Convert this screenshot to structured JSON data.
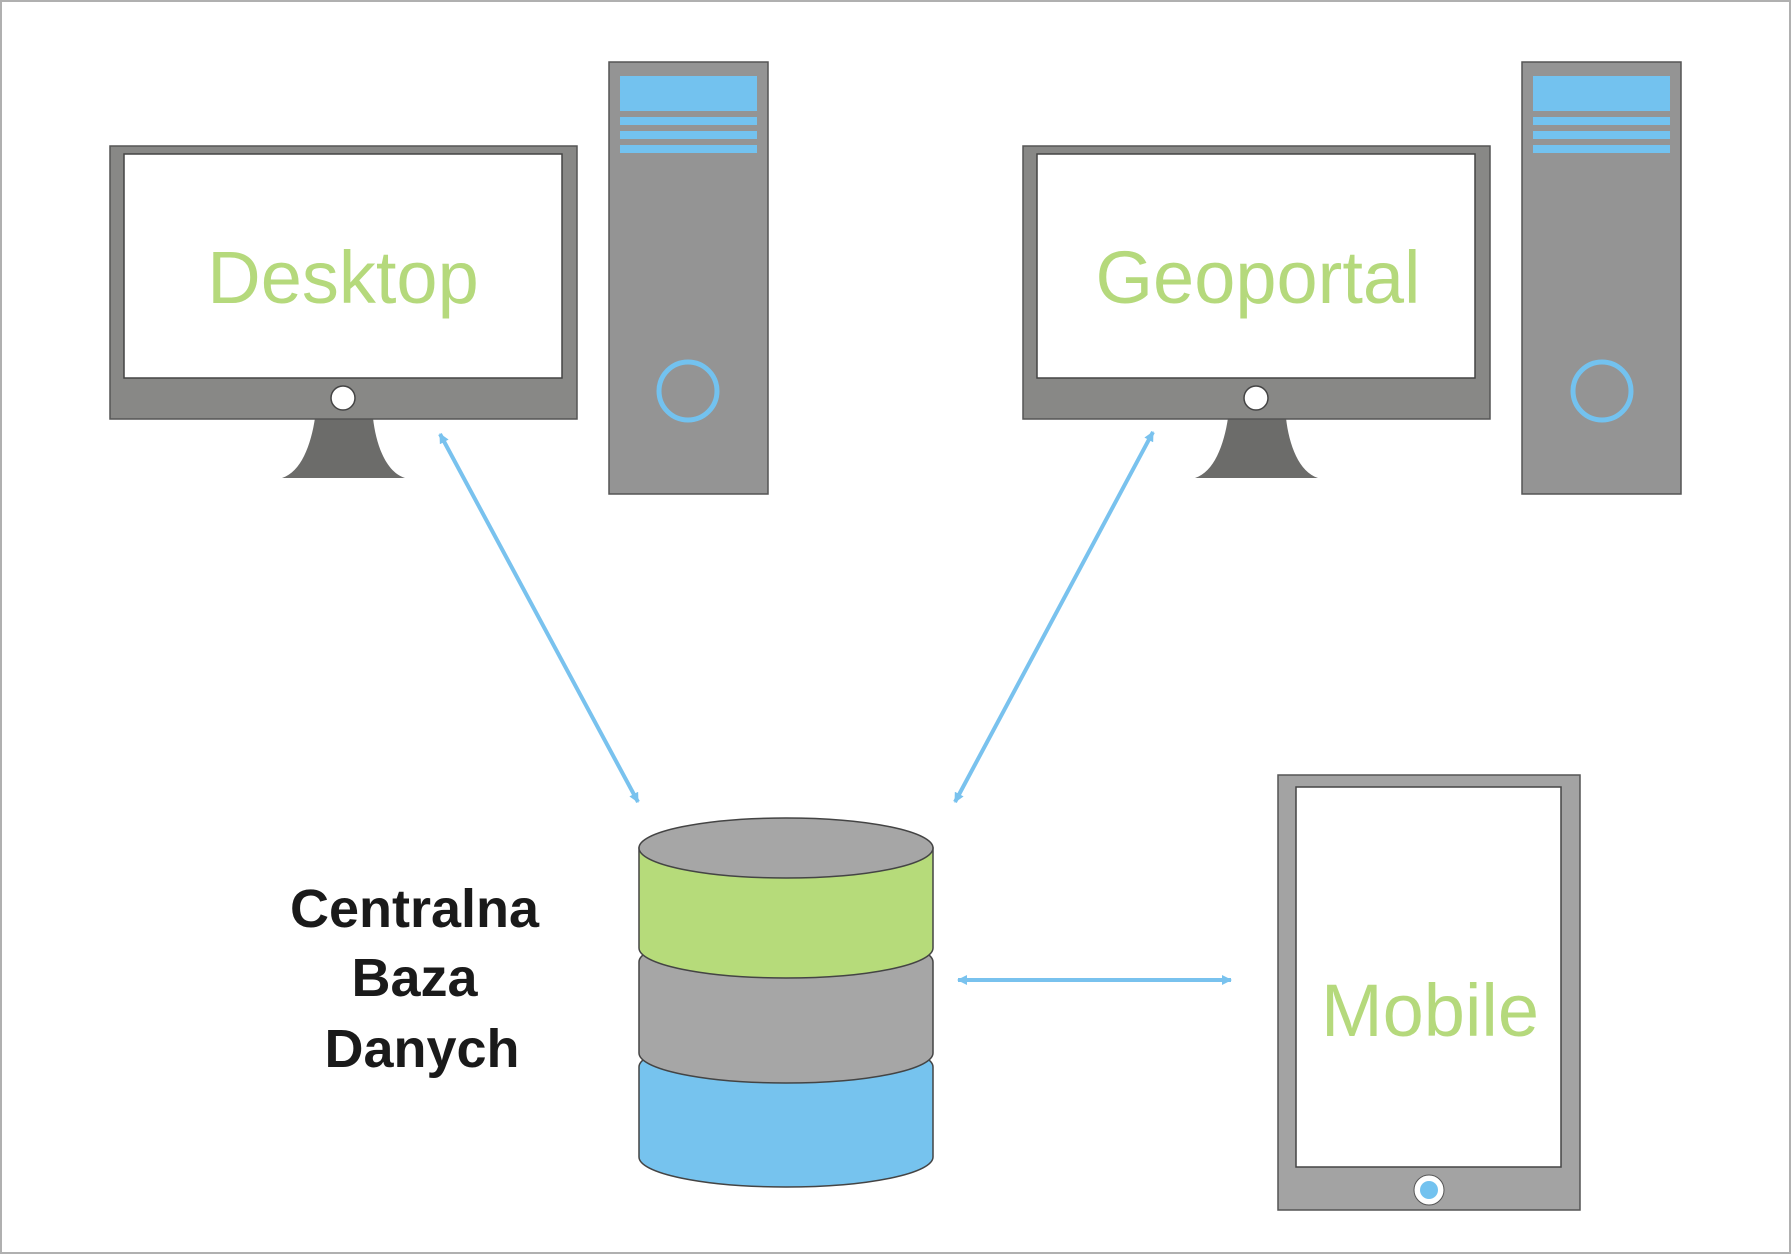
{
  "nodes": {
    "desktop": {
      "label": "Desktop"
    },
    "geoportal": {
      "label": "Geoportal"
    },
    "mobile": {
      "label": "Mobile"
    },
    "database": {
      "label_lines": [
        "Centralna",
        "Baza",
        "Danych"
      ]
    }
  },
  "connections": [
    {
      "from": "desktop",
      "to": "database",
      "direction": "bidirectional"
    },
    {
      "from": "geoportal",
      "to": "database",
      "direction": "bidirectional"
    },
    {
      "from": "mobile",
      "to": "database",
      "direction": "bidirectional"
    }
  ],
  "colors": {
    "arrow": "#79c2ee",
    "label_text": "#b5d97c",
    "device_body": "#8c8c8a",
    "tower_body": "#949494",
    "accent_blue": "#73c2ef",
    "db_green": "#b6db7a",
    "db_gray": "#a6a6a6",
    "db_blue": "#76c3ee"
  }
}
